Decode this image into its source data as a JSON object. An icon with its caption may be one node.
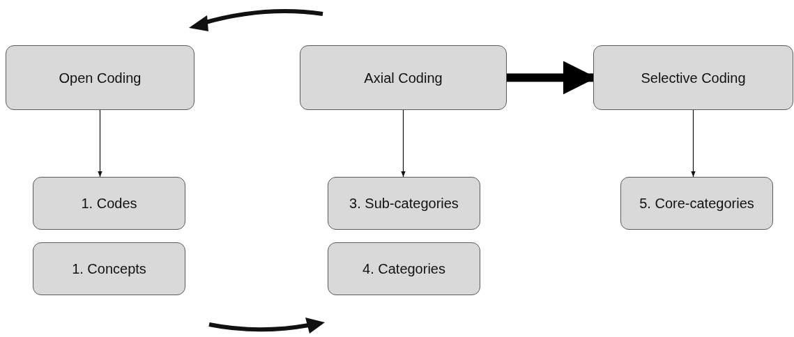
{
  "diagram": {
    "nodes": [
      {
        "text": [
          "Open Coding"
        ]
      },
      {
        "text": [
          "Axial Coding"
        ]
      },
      {
        "text": [
          "Selective Coding"
        ]
      },
      {
        "text": [
          "1. Codes"
        ]
      },
      {
        "text": [
          "1. Concepts"
        ]
      },
      {
        "text": [
          "3. Sub-categories"
        ]
      },
      {
        "text": [
          "4. Categories"
        ]
      },
      {
        "text": [
          "5. Core-categories"
        ]
      }
    ],
    "edges": [
      {
        "from": 0,
        "to": 3,
        "arrow": "to"
      },
      {
        "from": 1,
        "to": 5,
        "arrow": "to"
      },
      {
        "from": 1,
        "to": 2,
        "arrow": "to",
        "style": "thick"
      },
      {
        "from": 2,
        "to": 7,
        "arrow": "to"
      }
    ]
  }
}
